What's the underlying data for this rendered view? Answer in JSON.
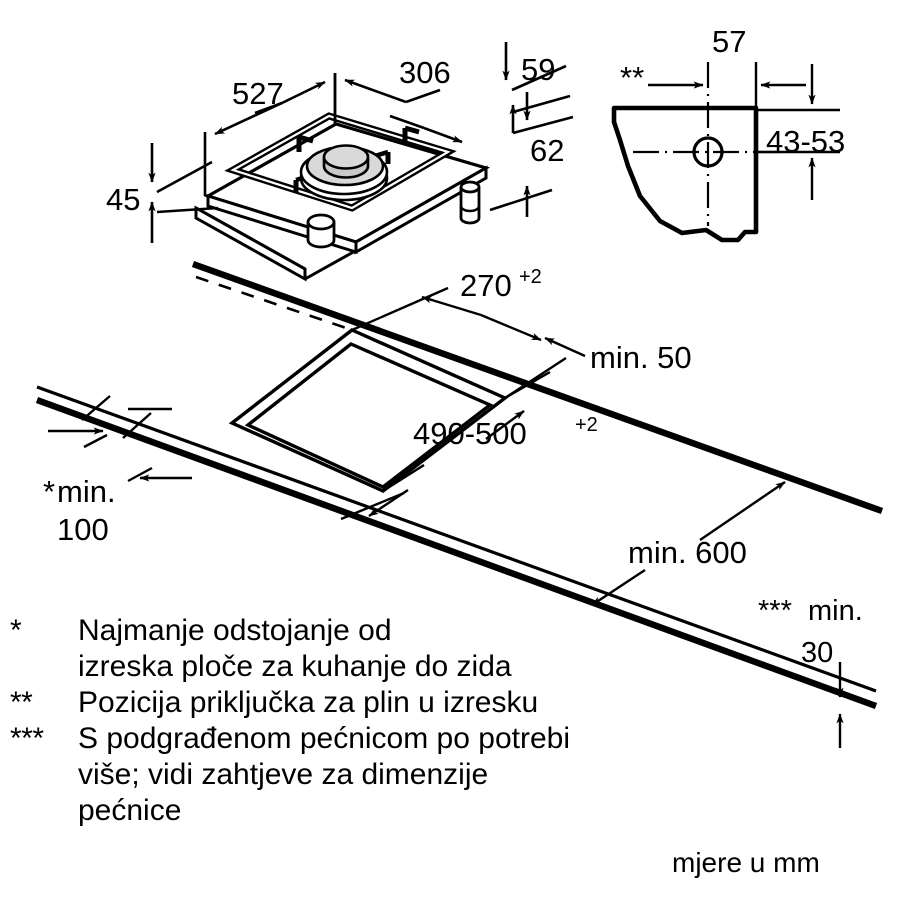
{
  "diagram": {
    "title": "Gas domino hob installation dimensions",
    "units_note": "mjere u mm",
    "stroke_color": "#000000",
    "fill_color": "#ffffff",
    "burner_gray": "#d9d9d9",
    "burner_gray_dark": "#c9c9c9"
  },
  "hob_dimensions": {
    "width_label": "527",
    "burner_offset_label": "306",
    "front_height_label": "45",
    "rear_top_label": "59",
    "body_depth_label": "62"
  },
  "gas_connection_detail": {
    "marker": "**",
    "horizontal_label": "57",
    "vertical_label": "43-53"
  },
  "cutout_dimensions": {
    "depth_label": "270",
    "depth_sup": "+2",
    "width_label": "490-500",
    "width_sup": "+2",
    "rear_clearance_label": "min. 50",
    "wall_clearance_marker": "*",
    "wall_clearance_label": "min.",
    "wall_clearance_value": "100",
    "hood_height_label": "min. 600",
    "front_clearance_marker": "***",
    "front_clearance_label": "min.",
    "front_clearance_value": "30"
  },
  "legend": {
    "items": [
      {
        "mark": "*",
        "lines": [
          "Najmanje odstojanje od",
          "izreska ploče za kuhanje do zida"
        ]
      },
      {
        "mark": "**",
        "lines": [
          "Pozicija priključka za plin u izresku"
        ]
      },
      {
        "mark": "***",
        "lines": [
          "S podgrađenom pećnicom po potrebi",
          "više; vidi zahtjeve za dimenzije",
          "pećnice"
        ]
      }
    ]
  }
}
